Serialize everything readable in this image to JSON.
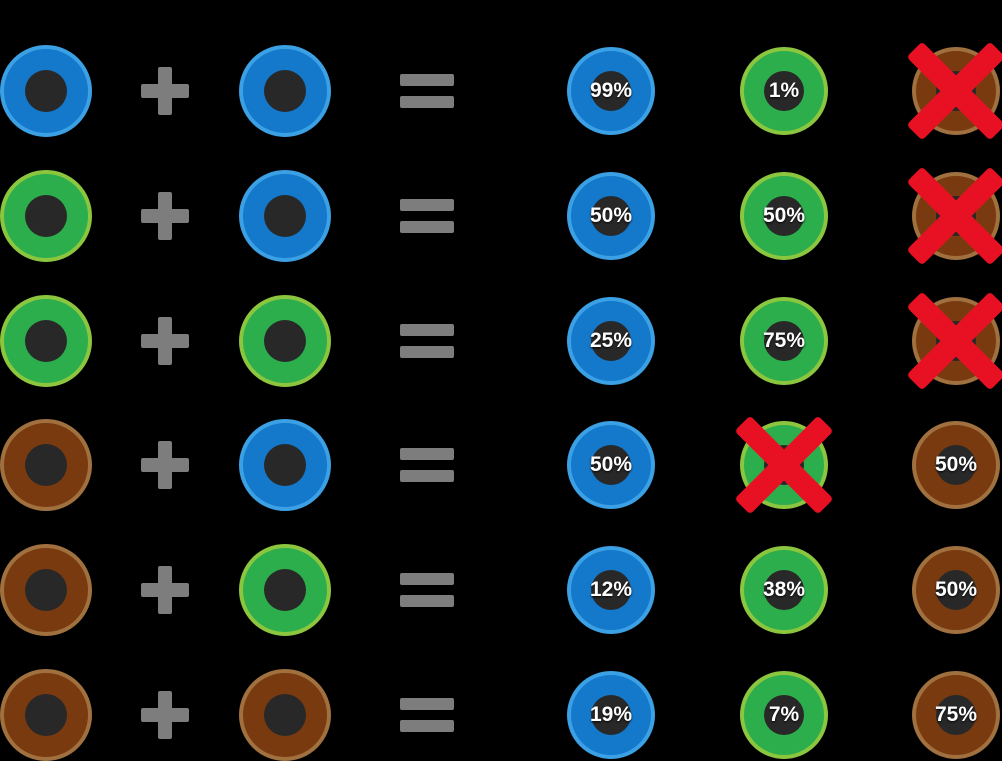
{
  "description": "Eye color inheritance probability infographic: parent eye colors combined with plus and equals symbols give child eye color probabilities; red X marks impossible outcomes",
  "icons": {
    "plus": "plus-icon",
    "equals": "equals-icon",
    "cross": "red-x-icon"
  },
  "colors": {
    "background": "#000000",
    "operator_gray": "#7d7d7d",
    "cross_red": "#e81123",
    "label_white": "#ffffff",
    "pupil": "#282828",
    "blue": {
      "fill": "#1478cb",
      "rim": "#3ba0e4"
    },
    "green": {
      "fill": "#2bae4b",
      "rim": "#8cc63f"
    },
    "brown": {
      "fill": "#7a3a10",
      "rim": "#a0713f"
    }
  },
  "rows": [
    {
      "parent1": "blue",
      "parent2": "blue",
      "results": [
        {
          "color": "blue",
          "probability": "99%",
          "crossed": false
        },
        {
          "color": "green",
          "probability": "1%",
          "crossed": false
        },
        {
          "color": "brown",
          "probability": "",
          "crossed": true
        }
      ]
    },
    {
      "parent1": "green",
      "parent2": "blue",
      "results": [
        {
          "color": "blue",
          "probability": "50%",
          "crossed": false
        },
        {
          "color": "green",
          "probability": "50%",
          "crossed": false
        },
        {
          "color": "brown",
          "probability": "",
          "crossed": true
        }
      ]
    },
    {
      "parent1": "green",
      "parent2": "green",
      "results": [
        {
          "color": "blue",
          "probability": "25%",
          "crossed": false
        },
        {
          "color": "green",
          "probability": "75%",
          "crossed": false
        },
        {
          "color": "brown",
          "probability": "",
          "crossed": true
        }
      ]
    },
    {
      "parent1": "brown",
      "parent2": "blue",
      "results": [
        {
          "color": "blue",
          "probability": "50%",
          "crossed": false
        },
        {
          "color": "green",
          "probability": "",
          "crossed": true
        },
        {
          "color": "brown",
          "probability": "50%",
          "crossed": false
        }
      ]
    },
    {
      "parent1": "brown",
      "parent2": "green",
      "results": [
        {
          "color": "blue",
          "probability": "12%",
          "crossed": false
        },
        {
          "color": "green",
          "probability": "38%",
          "crossed": false
        },
        {
          "color": "brown",
          "probability": "50%",
          "crossed": false
        }
      ]
    },
    {
      "parent1": "brown",
      "parent2": "brown",
      "results": [
        {
          "color": "blue",
          "probability": "19%",
          "crossed": false
        },
        {
          "color": "green",
          "probability": "7%",
          "crossed": false
        },
        {
          "color": "brown",
          "probability": "75%",
          "crossed": false
        }
      ]
    }
  ]
}
